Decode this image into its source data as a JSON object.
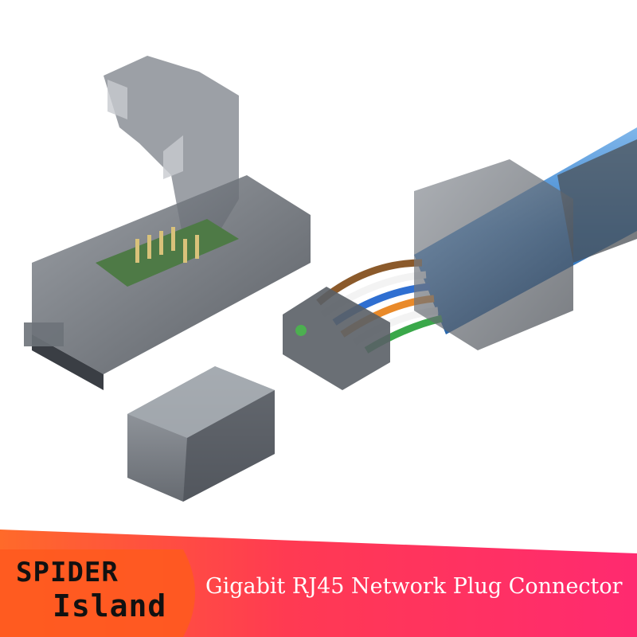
{
  "product": {
    "description_icon": "rj45-connector-photo"
  },
  "banner": {
    "brand_line1": "SPIDER",
    "brand_line2": "Island",
    "title": "Gigabit RJ45 Network Plug Connector",
    "colors": {
      "gradient_start": "#ff6a2a",
      "gradient_mid": "#ff3a52",
      "gradient_end": "#ff2a70",
      "brand_text": "#111111",
      "title_text": "#ffffff"
    }
  }
}
